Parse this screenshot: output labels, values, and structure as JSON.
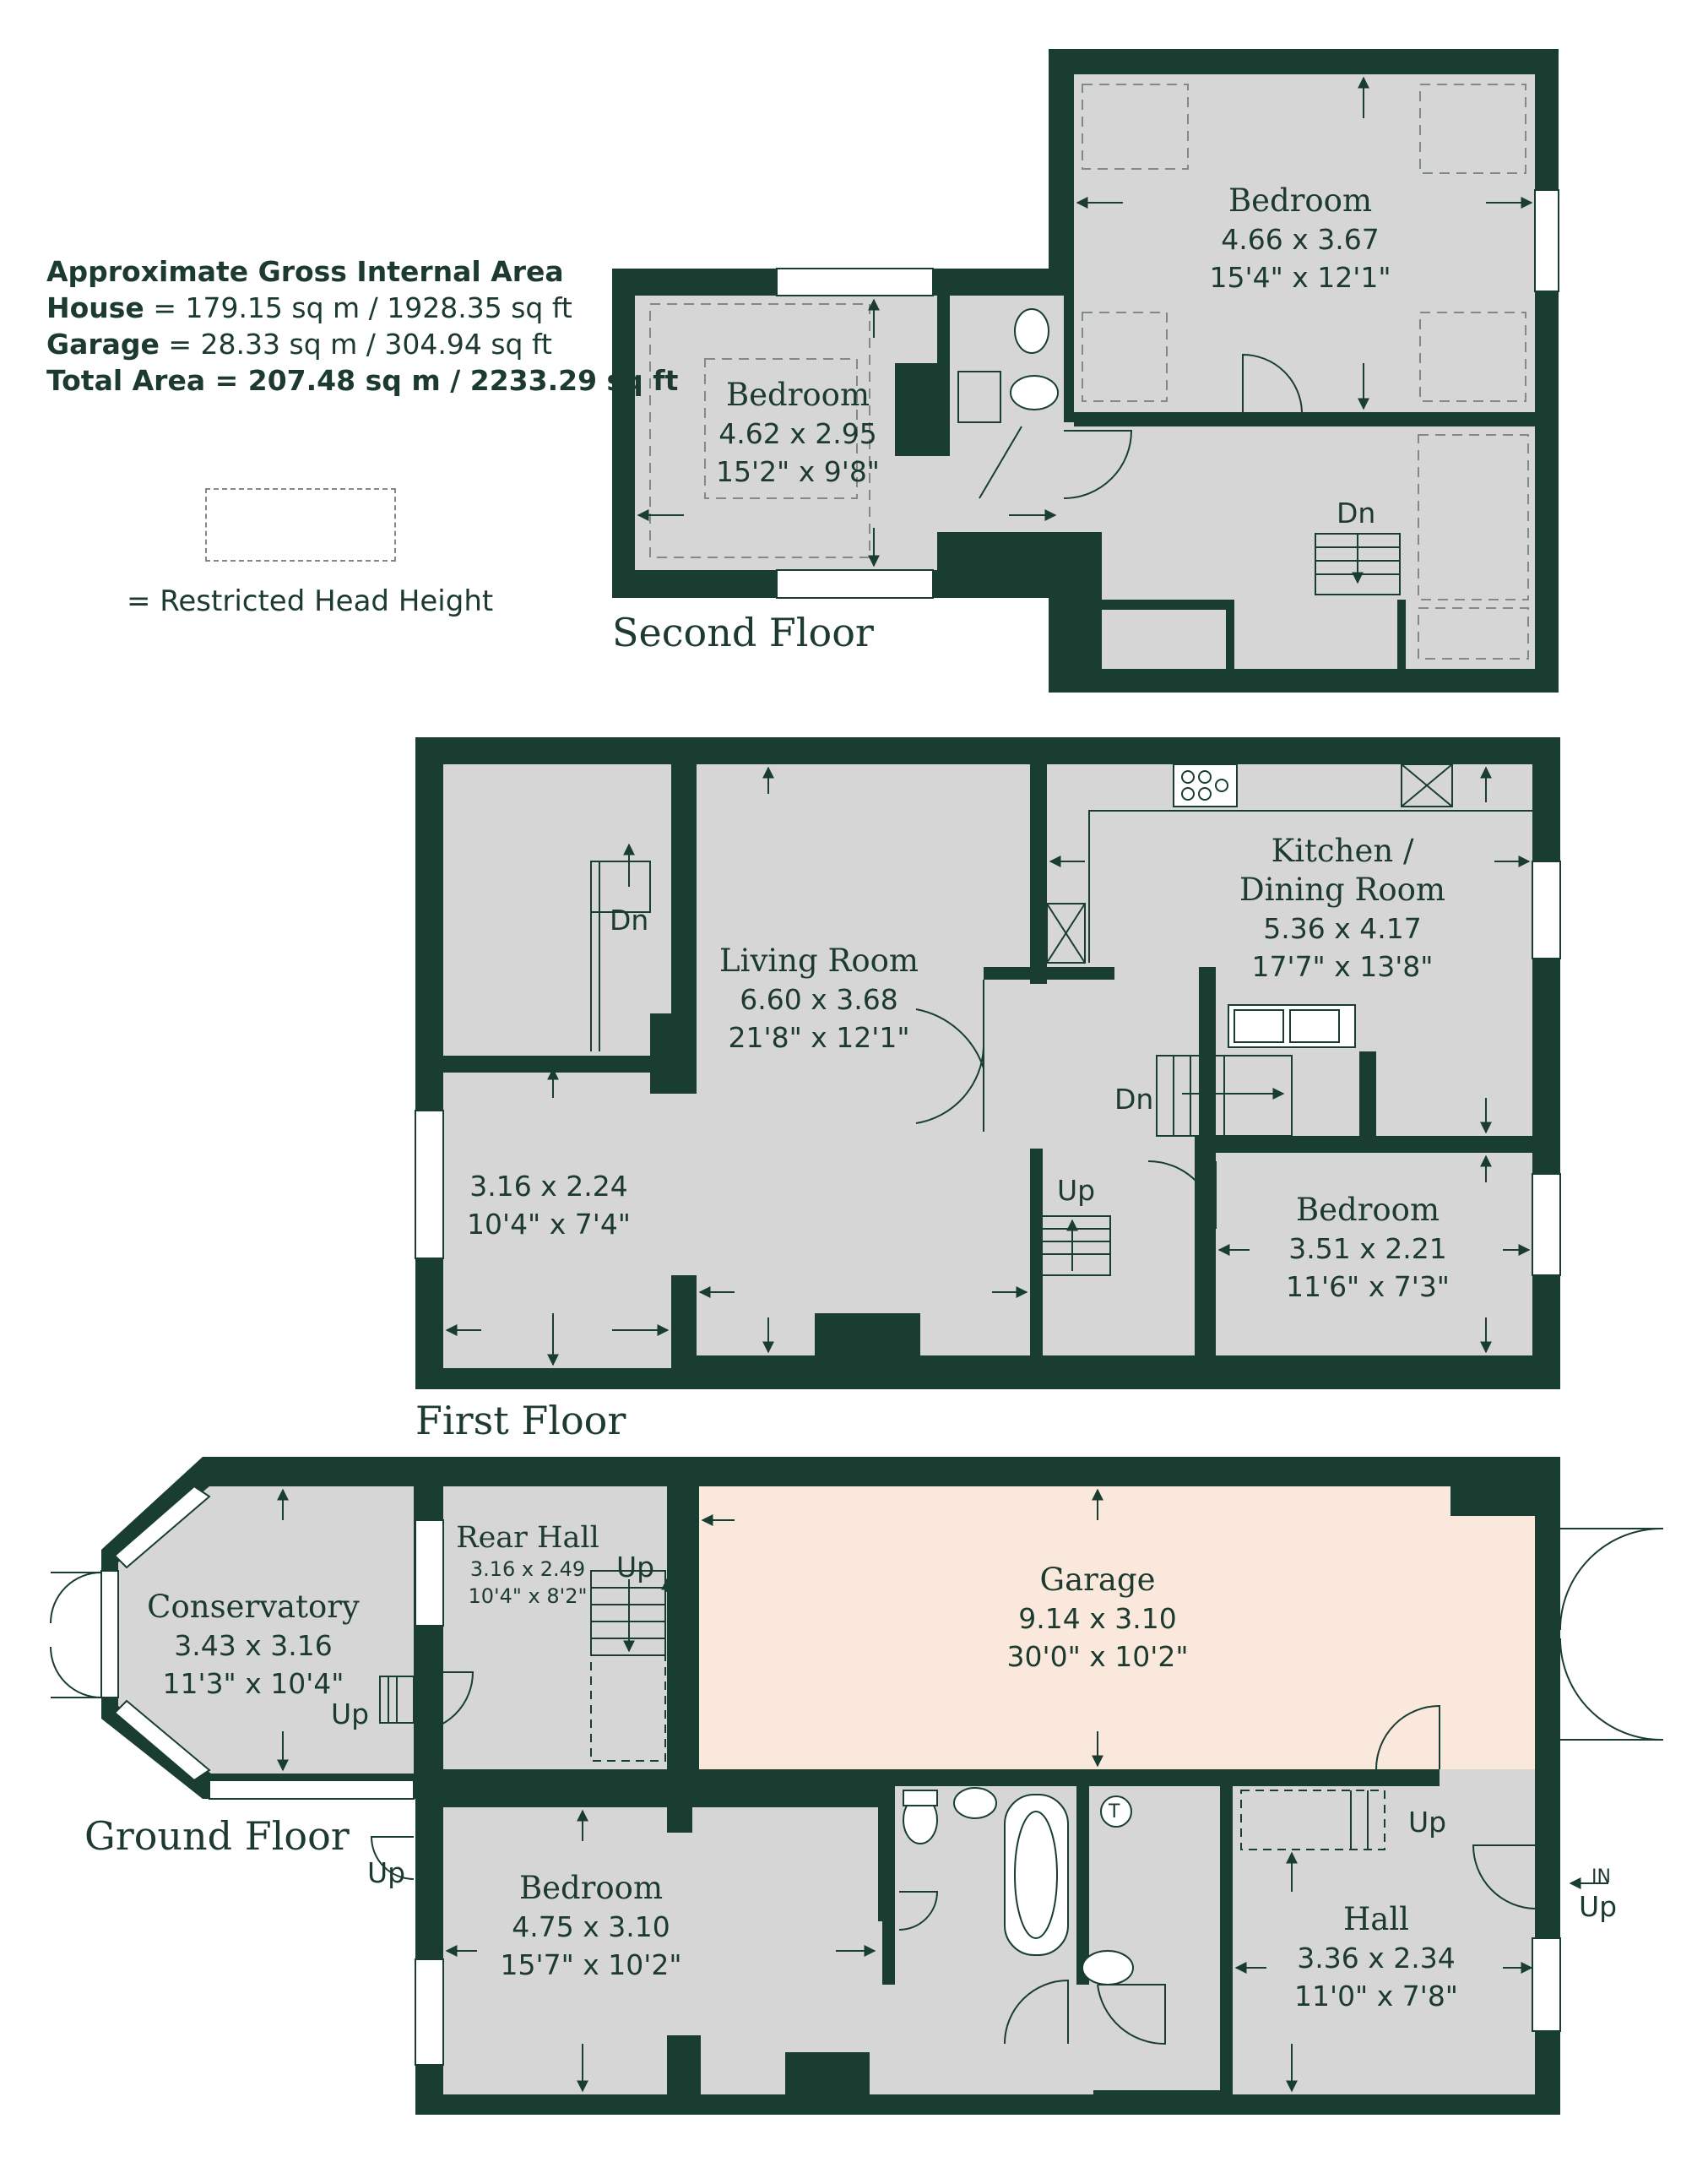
{
  "legend": {
    "title": "Approximate Gross Internal Area",
    "house_label": "House",
    "house_value": "= 179.15 sq m / 1928.35 sq ft",
    "garage_label": "Garage",
    "garage_value": "= 28.33 sq m / 304.94 sq ft",
    "total_label": "Total Area = 207.48 sq m / 2233.29 sq ft",
    "restricted_label": "= Restricted Head Height"
  },
  "floors": {
    "second": "Second Floor",
    "first": "First Floor",
    "ground": "Ground Floor"
  },
  "rooms": {
    "sf_bedroom_main": {
      "name": "Bedroom",
      "metric": "4.66 x 3.67",
      "imperial": "15'4\" x 12'1\""
    },
    "sf_bedroom_2": {
      "name": "Bedroom",
      "metric": "4.62 x 2.95",
      "imperial": "15'2\" x 9'8\""
    },
    "ff_living": {
      "name": "Living Room",
      "metric": "6.60 x 3.68",
      "imperial": "21'8\" x 12'1\""
    },
    "ff_kitchen": {
      "name": "Kitchen /",
      "name2": "Dining Room",
      "metric": "5.36 x 4.17",
      "imperial": "17'7\" x 13'8\""
    },
    "ff_study": {
      "metric": "3.16 x 2.24",
      "imperial": "10'4\" x 7'4\""
    },
    "ff_bedroom": {
      "name": "Bedroom",
      "metric": "3.51 x 2.21",
      "imperial": "11'6\" x 7'3\""
    },
    "gf_conservatory": {
      "name": "Conservatory",
      "metric": "3.43 x 3.16",
      "imperial": "11'3\" x 10'4\""
    },
    "gf_rear_hall": {
      "name": "Rear Hall",
      "metric": "3.16 x 2.49",
      "imperial": "10'4\" x 8'2\""
    },
    "gf_garage": {
      "name": "Garage",
      "metric": "9.14 x 3.10",
      "imperial": "30'0\" x 10'2\""
    },
    "gf_bedroom": {
      "name": "Bedroom",
      "metric": "4.75 x 3.10",
      "imperial": "15'7\" x 10'2\""
    },
    "gf_hall": {
      "name": "Hall",
      "metric": "3.36 x 2.34",
      "imperial": "11'0\" x 7'8\""
    }
  },
  "stairs": {
    "dn": "Dn",
    "up": "Up",
    "in": "IN",
    "toilet_mark": "T"
  },
  "colors": {
    "wall": "#193d30",
    "floor": "#d6d6d6",
    "garage_floor": "#fae8dd",
    "window": "#ffffff",
    "text": "#1c3a2e",
    "dashed": "#808a86"
  }
}
